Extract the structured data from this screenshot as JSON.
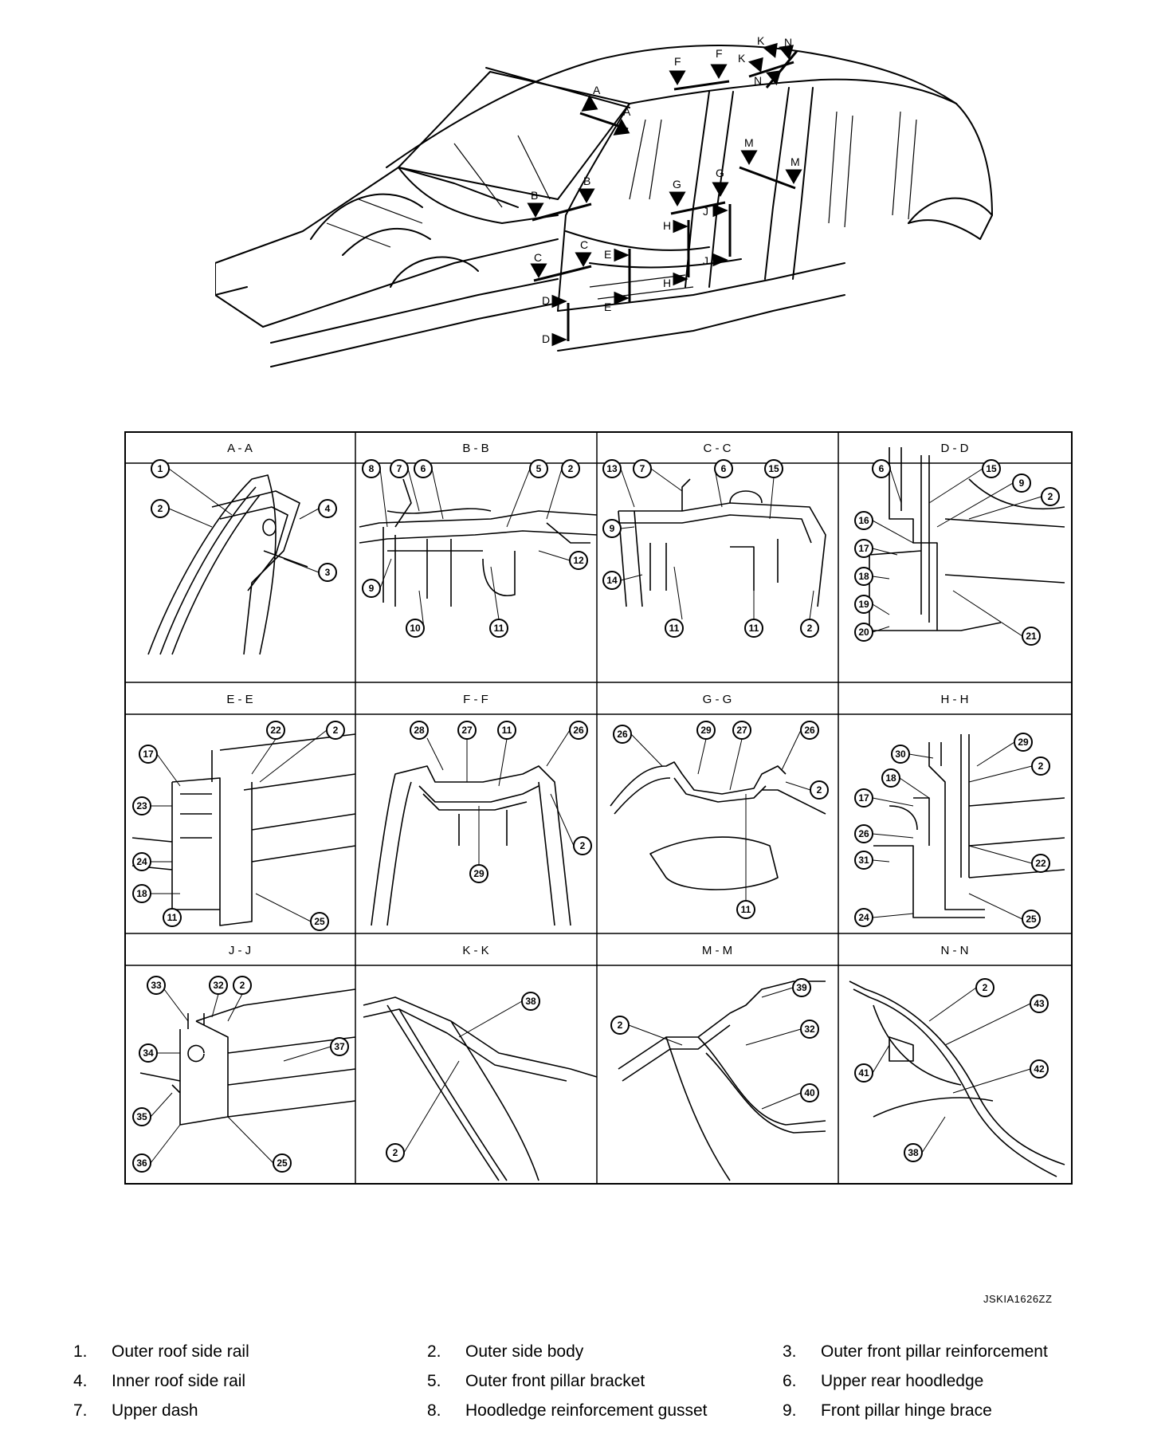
{
  "figure_code": "JSKIA1626ZZ",
  "section_markers": {
    "A": "A",
    "B": "B",
    "C": "C",
    "D": "D",
    "E": "E",
    "F": "F",
    "G": "G",
    "H": "H",
    "J": "J",
    "K": "K",
    "M": "M",
    "N": "N"
  },
  "sections": [
    {
      "title": "A - A",
      "callouts": [
        "1",
        "2",
        "4",
        "3"
      ]
    },
    {
      "title": "B - B",
      "callouts": [
        "8",
        "7",
        "6",
        "5",
        "2",
        "9",
        "10",
        "11",
        "12"
      ]
    },
    {
      "title": "C - C",
      "callouts": [
        "13",
        "7",
        "6",
        "15",
        "9",
        "14",
        "11",
        "11",
        "2"
      ]
    },
    {
      "title": "D - D",
      "callouts": [
        "6",
        "15",
        "9",
        "2",
        "16",
        "17",
        "18",
        "19",
        "20",
        "21"
      ]
    },
    {
      "title": "E - E",
      "callouts": [
        "22",
        "2",
        "17",
        "23",
        "24",
        "18",
        "11",
        "25"
      ]
    },
    {
      "title": "F - F",
      "callouts": [
        "28",
        "27",
        "11",
        "26",
        "2",
        "29"
      ]
    },
    {
      "title": "G - G",
      "callouts": [
        "26",
        "29",
        "27",
        "26",
        "2",
        "11"
      ]
    },
    {
      "title": "H - H",
      "callouts": [
        "29",
        "30",
        "18",
        "2",
        "17",
        "26",
        "22",
        "31",
        "24",
        "25"
      ]
    },
    {
      "title": "J - J",
      "callouts": [
        "33",
        "32",
        "2",
        "34",
        "37",
        "35",
        "36",
        "25"
      ]
    },
    {
      "title": "K - K",
      "callouts": [
        "38",
        "2"
      ]
    },
    {
      "title": "M - M",
      "callouts": [
        "39",
        "2",
        "32",
        "40"
      ]
    },
    {
      "title": "N - N",
      "callouts": [
        "2",
        "43",
        "41",
        "42",
        "38"
      ]
    }
  ],
  "legend": [
    {
      "num": "1.",
      "text": "Outer roof side rail"
    },
    {
      "num": "2.",
      "text": "Outer side body"
    },
    {
      "num": "3.",
      "text": "Outer front pillar reinforcement"
    },
    {
      "num": "4.",
      "text": "Inner roof side rail"
    },
    {
      "num": "5.",
      "text": "Outer front pillar bracket"
    },
    {
      "num": "6.",
      "text": "Upper rear hoodledge"
    },
    {
      "num": "7.",
      "text": "Upper dash"
    },
    {
      "num": "8.",
      "text": "Hoodledge reinforcement gusset"
    },
    {
      "num": "9.",
      "text": "Front pillar hinge brace"
    }
  ]
}
